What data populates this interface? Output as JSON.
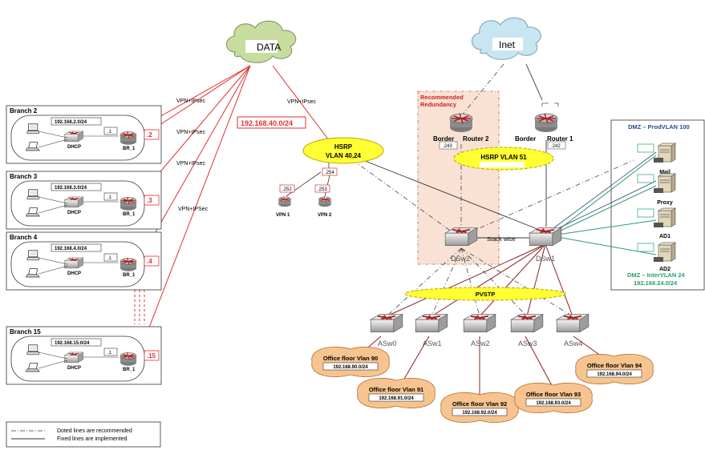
{
  "clouds": {
    "data": "DATA",
    "inet": "Inet"
  },
  "links": {
    "vpn_ipsec_center": "VPN+IPsec",
    "vpn_ipsec_1": "VPN+IPsec",
    "vpn_ipsec_2": "VPN+IPsec",
    "vpn_ipsec_3": "VPN+IPsec",
    "vpn_ipsec_4": "VPN+IPSec"
  },
  "data_subnet": "192.168.40.0/24",
  "hsrp_vpn": {
    "line1": "HSRP",
    "line2": "VLAN 40,24"
  },
  "vpn_routers": {
    "vip": ".254",
    "vpn1": {
      "ip": ".252",
      "name": "VPN 1"
    },
    "vpn2": {
      "ip": ".253",
      "name": "VPN 2"
    }
  },
  "branches": [
    {
      "title": "Branch 2",
      "subnet": "192.168.2.0/24",
      "dhcp": "DHCP",
      "gw": ".1",
      "router": "BR_1",
      "tunnel": ".2"
    },
    {
      "title": "Branch 3",
      "subnet": "192.168.3.0/24",
      "dhcp": "DHCP",
      "gw": ".1",
      "router": "BR_1",
      "tunnel": ".3"
    },
    {
      "title": "Branch 4",
      "subnet": "192.168.4.0/24",
      "dhcp": "DHCP",
      "gw": ".1",
      "router": "BR_1",
      "tunnel": ".4"
    },
    {
      "title": "Branch 15",
      "subnet": "192.168.15.0/24",
      "dhcp": "DHCP",
      "gw": ".1",
      "router": "BR_1",
      "tunnel": ".15"
    }
  ],
  "recommended": {
    "line1": "Recommended",
    "line2": "Redundancy"
  },
  "border2": {
    "label1": "Border",
    "label2": "Router 2",
    "ip": ".243"
  },
  "border1": {
    "label1": "Border",
    "label2": "Router 1",
    "ip": ".242"
  },
  "hsrp_border": "HSRP VLAN 51",
  "stack_wise": "Stack wise",
  "dsw2": "DSw2",
  "dsw1": "DSw1",
  "pvstp": "PVSTP",
  "access_switches": [
    "ASw0",
    "ASw1",
    "ASw2",
    "ASw3",
    "ASw4"
  ],
  "office_floors": [
    {
      "name": "Office floor Vlan 90",
      "subnet": "192.168.90.0/24"
    },
    {
      "name": "Office floor Vlan 91",
      "subnet": "192.168.91.0/24"
    },
    {
      "name": "Office floor Vlan 92",
      "subnet": "192.168.92.0/24"
    },
    {
      "name": "Office floor Vlan 93",
      "subnet": "192.168.93.0/24"
    },
    {
      "name": "Office floor Vlan 94",
      "subnet": "192.168.94.0/24"
    }
  ],
  "dmz": {
    "title": "DMZ – ProdVLAN 100",
    "servers": [
      "Mail",
      "Proxy",
      "AD1",
      "AD2"
    ],
    "inter_title": "DMZ – InterVLAN 24",
    "inter_subnet": "192.168.24.0/24"
  },
  "legend": {
    "dotted": "Doted lines are recommended",
    "fixed": "Fixed lines are implemented"
  },
  "colors": {
    "vpn_link": "#e03030",
    "uplink": "#8b2020",
    "dmz_link": "#2a9d6a",
    "hsrp": "#ffff33",
    "cloud_data": "#c8dca0",
    "cloud_inet": "#c8e6f2",
    "office": "#f7c48f",
    "redundancy": "#f9e2d4"
  }
}
